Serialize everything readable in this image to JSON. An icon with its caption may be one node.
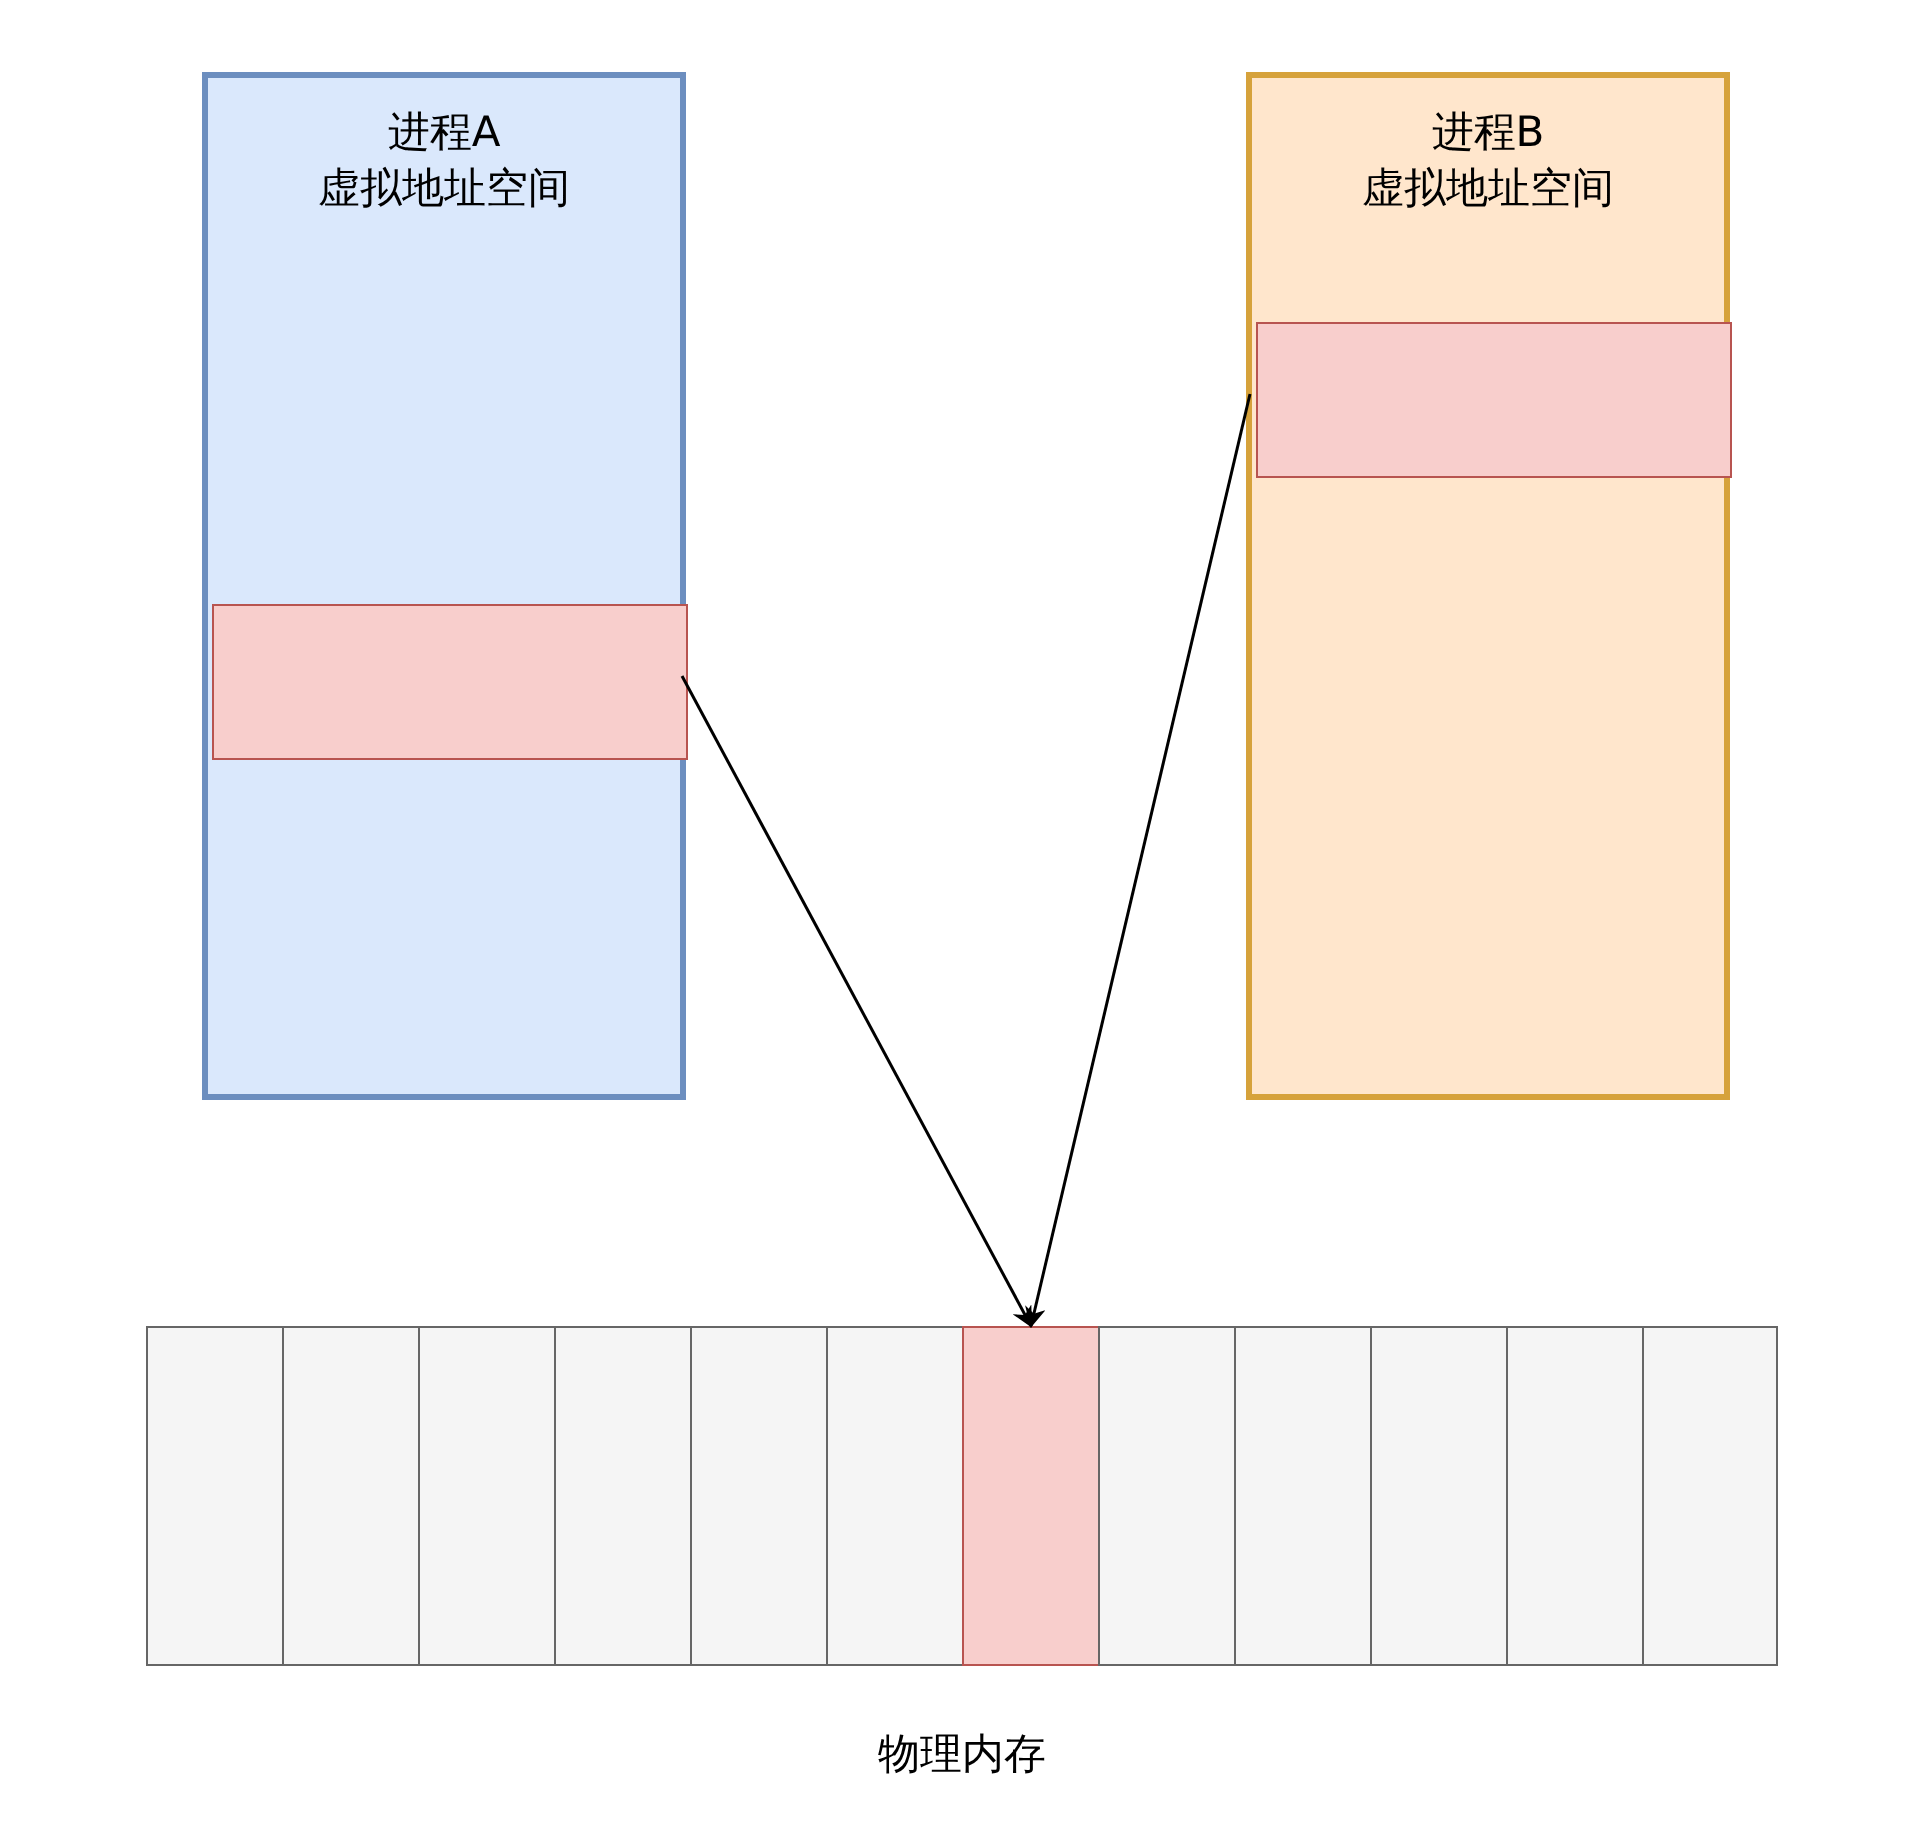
{
  "diagram": {
    "nodes": [
      {
        "text": [
          "进程A",
          "虚拟地址空间"
        ]
      },
      {
        "text": [],
        "shape": "box",
        "in": 0
      },
      {
        "text": [
          "进程B",
          "虚拟地址空间"
        ]
      },
      {
        "text": [],
        "shape": "box",
        "in": 2
      },
      {
        "text": [
          "物理内存"
        ]
      },
      {
        "text": [],
        "shape": "box",
        "in": 4
      },
      {
        "text": [],
        "shape": "box",
        "in": 4
      },
      {
        "text": [],
        "shape": "box",
        "in": 4
      },
      {
        "text": [],
        "shape": "box",
        "in": 4
      },
      {
        "text": [],
        "shape": "box",
        "in": 4
      },
      {
        "text": [],
        "shape": "box",
        "in": 4
      },
      {
        "text": [],
        "shape": "box",
        "in": 4
      },
      {
        "text": [],
        "shape": "box",
        "in": 4
      },
      {
        "text": [],
        "shape": "box",
        "in": 4
      },
      {
        "text": [],
        "shape": "box",
        "in": 4
      },
      {
        "text": [],
        "shape": "box",
        "in": 4
      },
      {
        "text": [],
        "shape": "box",
        "in": 4
      }
    ],
    "edges": [
      {
        "from": 1,
        "to": 11,
        "arrow": "to"
      },
      {
        "from": 3,
        "to": 11,
        "arrow": "to"
      }
    ]
  }
}
